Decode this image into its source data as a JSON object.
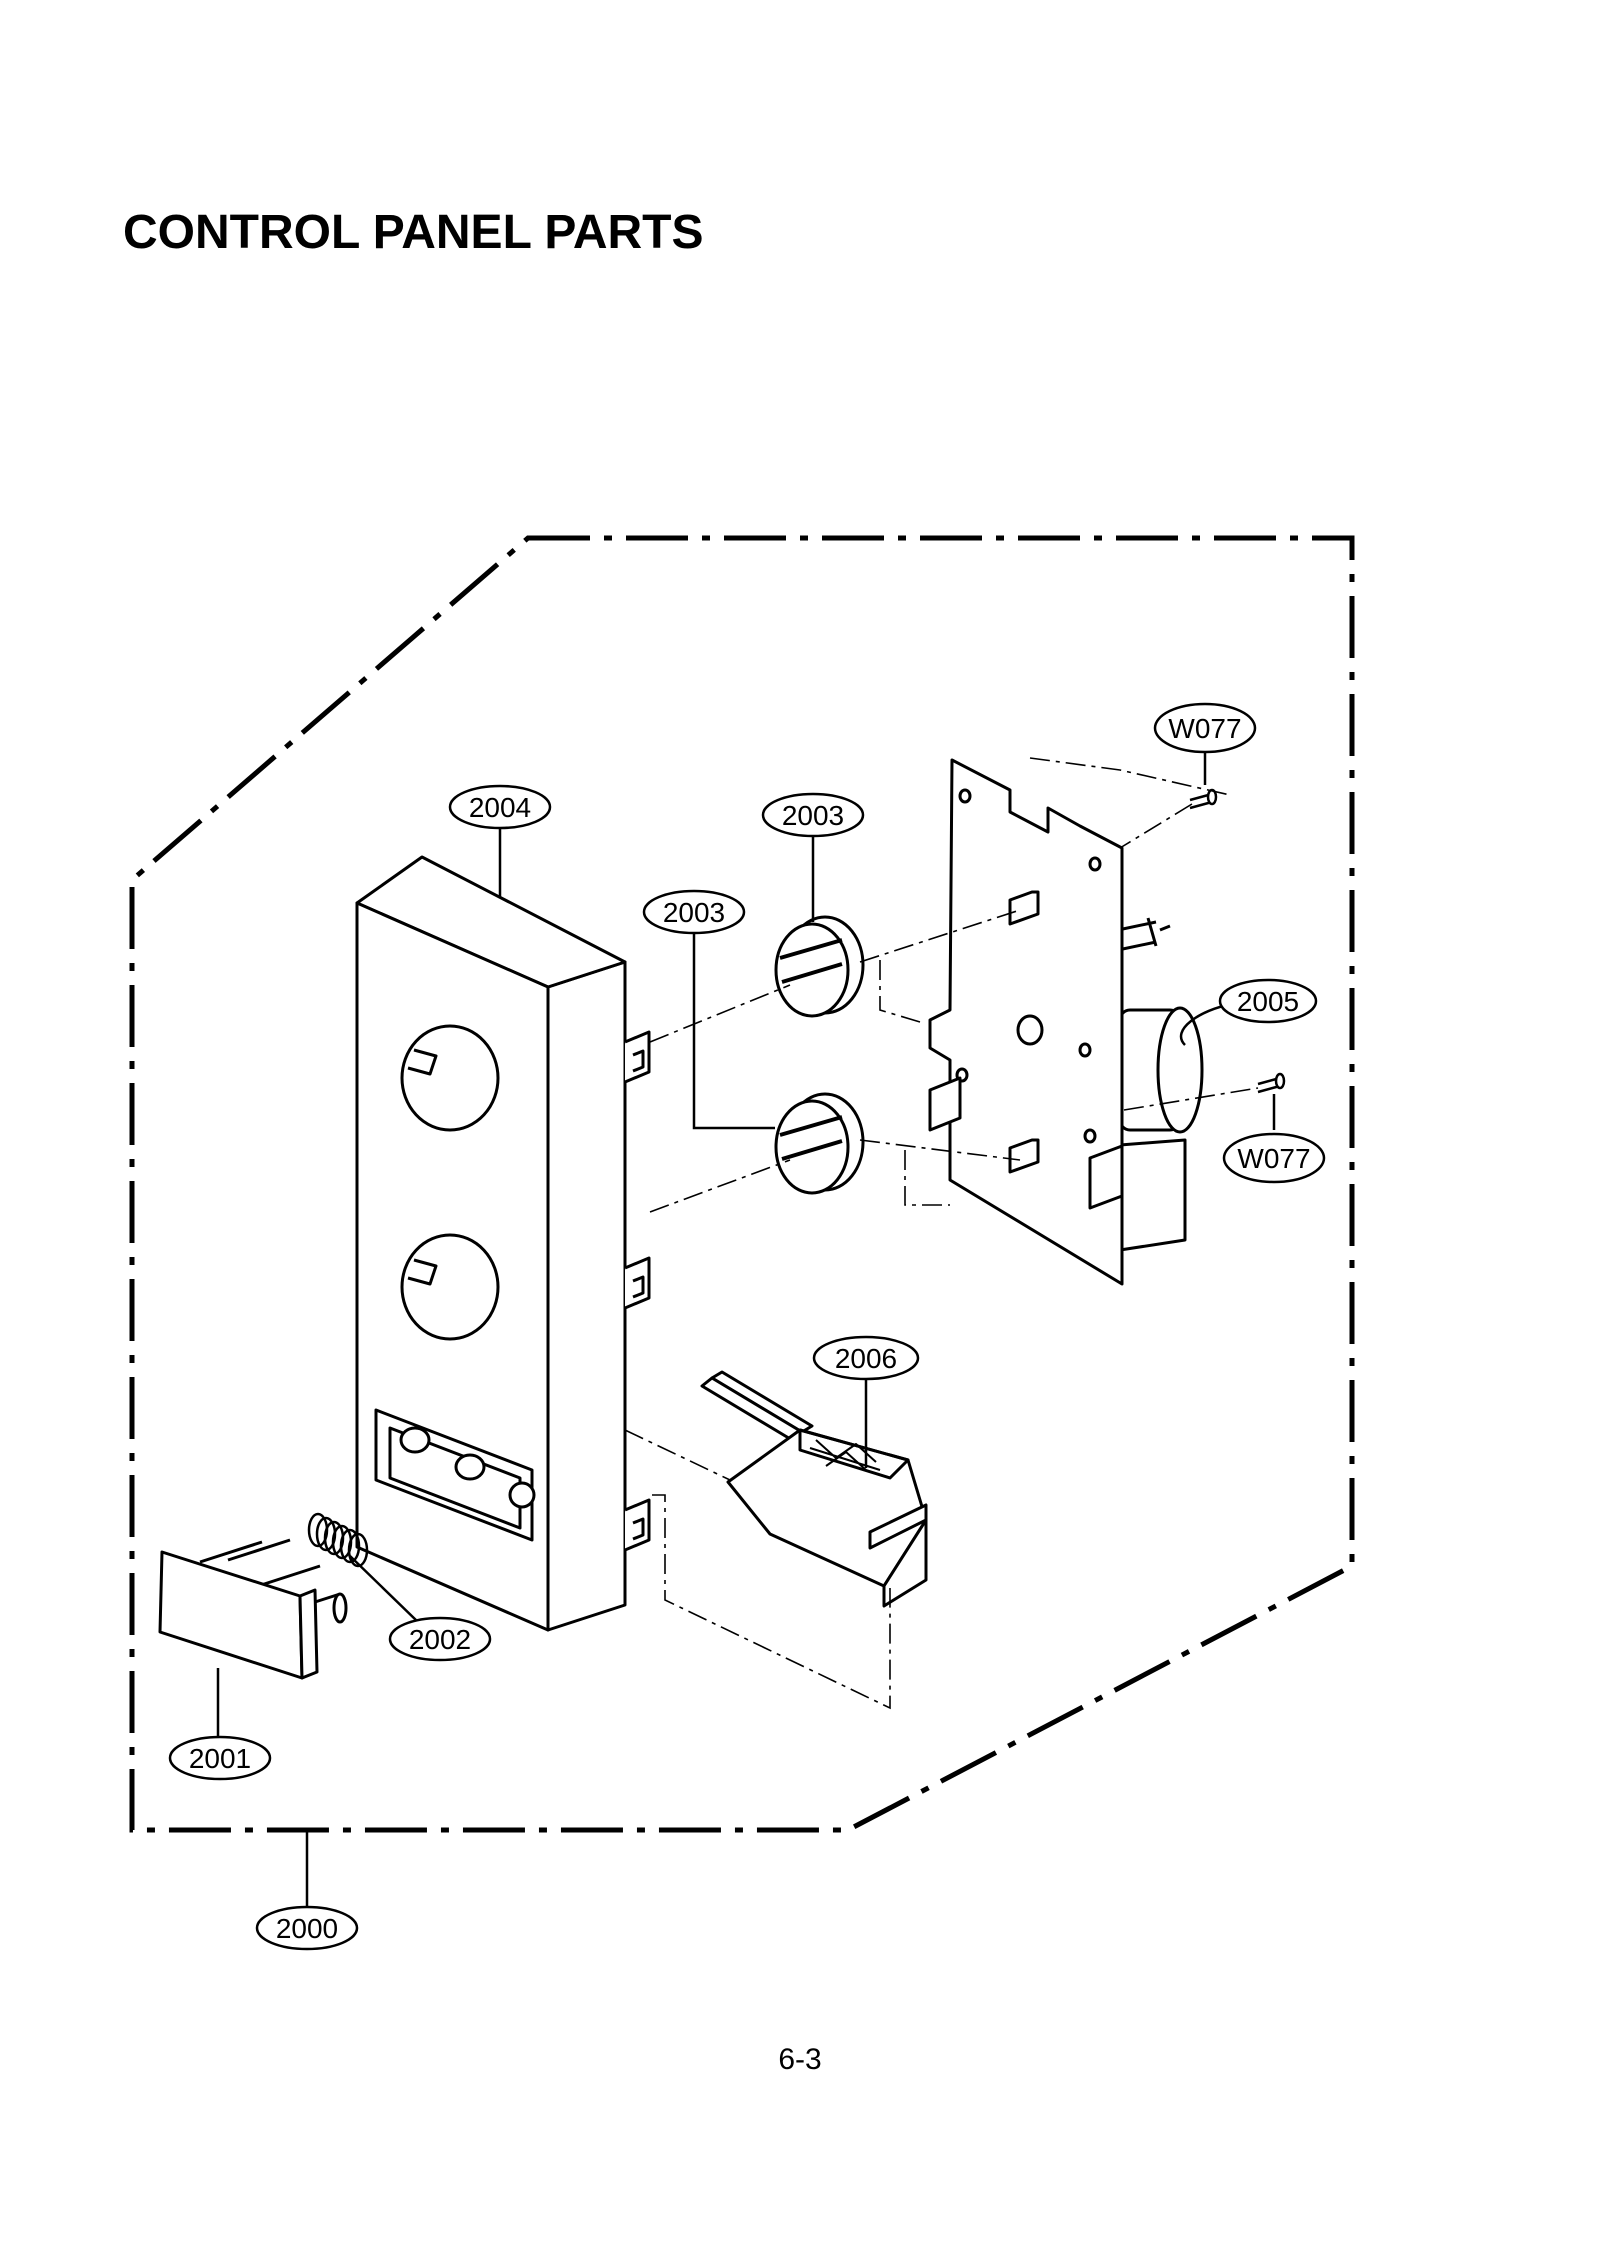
{
  "page": {
    "title": "CONTROL PANEL PARTS",
    "page_number": "6-3"
  },
  "diagram": {
    "callouts": {
      "assembly": "2000",
      "button": "2001",
      "spring": "2002",
      "knob_upper": "2003",
      "knob_lower": "2003",
      "panel": "2004",
      "timer": "2005",
      "latch": "2006",
      "screw_upper": "W077",
      "screw_lower": "W077"
    }
  }
}
